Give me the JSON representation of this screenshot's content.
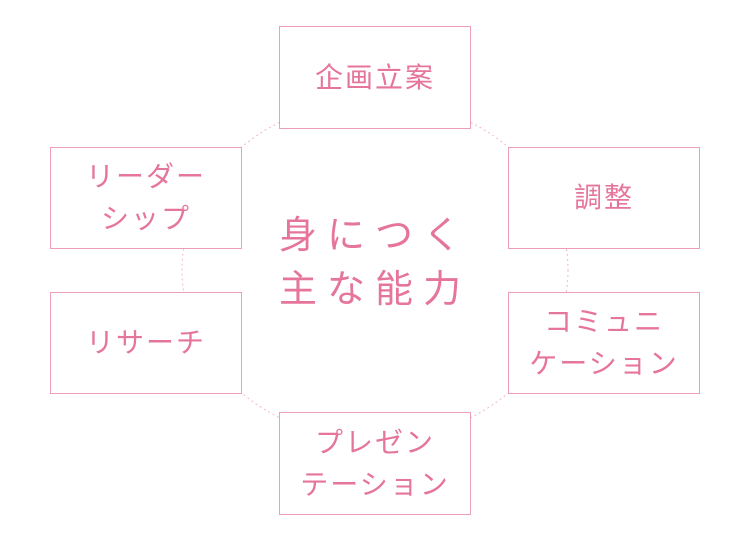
{
  "center_title": "身につく\n主な能力",
  "skills": [
    {
      "id": "planning",
      "label": "企画立案"
    },
    {
      "id": "coordination",
      "label": "調整"
    },
    {
      "id": "communication",
      "label": "コミュニ\nケーション"
    },
    {
      "id": "presentation",
      "label": "プレゼン\nテーション"
    },
    {
      "id": "research",
      "label": "リサーチ"
    },
    {
      "id": "leadership",
      "label": "リーダー\nシップ"
    }
  ],
  "colors": {
    "accent": "#e5759a",
    "border": "#ee9fb5",
    "ring": "#f2b8c8",
    "background": "#ffffff"
  }
}
